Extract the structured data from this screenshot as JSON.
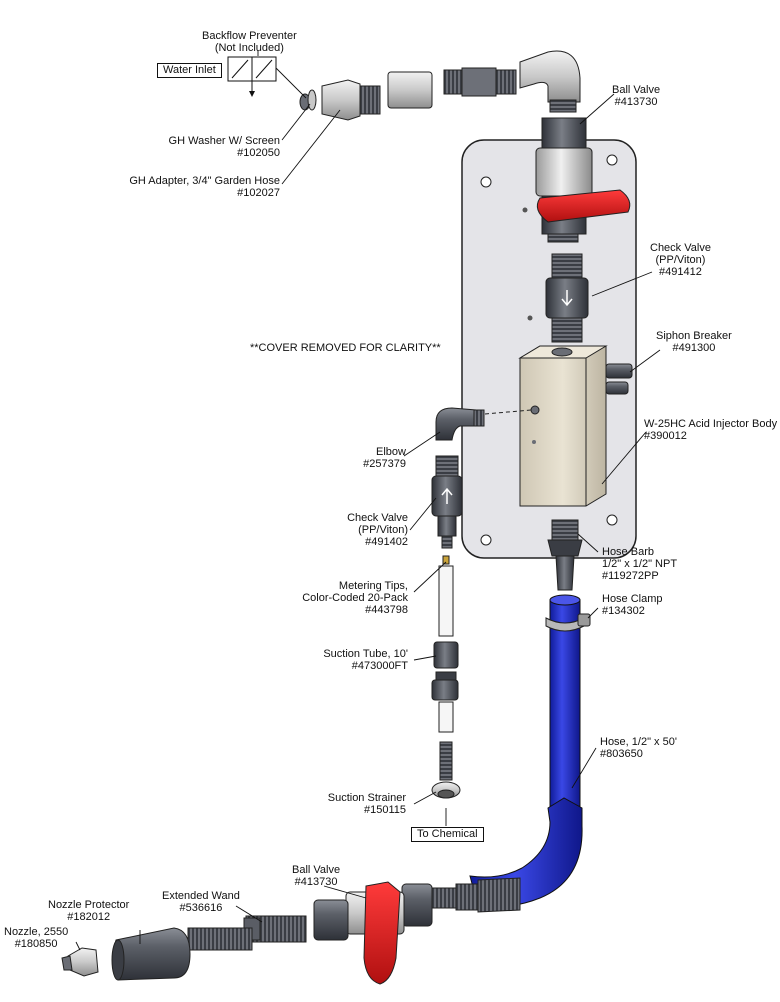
{
  "cover_note": "**COVER REMOVED FOR CLARITY**",
  "callouts": {
    "backflow_preventer": [
      "Backflow Preventer",
      "(Not Included)"
    ],
    "water_inlet": "Water Inlet",
    "gh_washer": [
      "GH Washer W/ Screen",
      "#102050"
    ],
    "gh_adapter": [
      "GH Adapter, 3/4\" Garden Hose",
      "#102027"
    ],
    "ball_valve_top": [
      "Ball Valve",
      "#413730"
    ],
    "check_valve_right": [
      "Check Valve",
      "(PP/Viton)",
      "#491412"
    ],
    "siphon_breaker": [
      "Siphon Breaker",
      "#491300"
    ],
    "injector_body": [
      "W-25HC Acid Injector Body",
      "#390012"
    ],
    "elbow": [
      "Elbow",
      "#257379"
    ],
    "check_valve_left": [
      "Check Valve",
      "(PP/Viton)",
      "#491402"
    ],
    "metering_tips": [
      "Metering Tips,",
      "Color-Coded 20-Pack",
      "#443798"
    ],
    "suction_tube": [
      "Suction Tube, 10'",
      "#473000FT"
    ],
    "suction_strainer": [
      "Suction Strainer",
      "#150115"
    ],
    "to_chemical": "To Chemical",
    "hose_barb": [
      "Hose Barb",
      "1/2\" x 1/2\" NPT",
      "#119272PP"
    ],
    "hose_clamp": [
      "Hose Clamp",
      "#134302"
    ],
    "hose": [
      "Hose, 1/2\" x 50'",
      "#803650"
    ],
    "ball_valve_bottom": [
      "Ball Valve",
      "#413730"
    ],
    "extended_wand": [
      "Extended Wand",
      "#536616"
    ],
    "nozzle_protector": [
      "Nozzle Protector",
      "#182012"
    ],
    "nozzle": [
      "Nozzle, 2550",
      "#180850"
    ]
  },
  "colors": {
    "handle_red": "#dd1c1c",
    "hose_blue": "#2330d0",
    "panel_gray": "#e4e4e8",
    "body_tan": "#ddd6c6",
    "fitting_dark": "#4a4e57"
  }
}
